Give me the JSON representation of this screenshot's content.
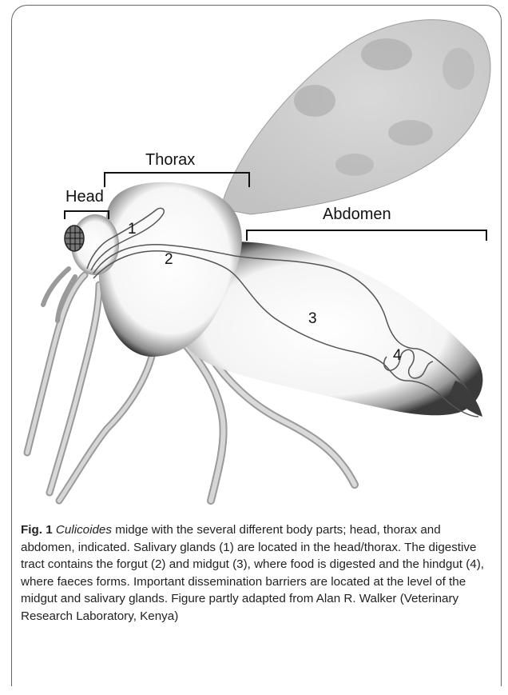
{
  "figure": {
    "labels": {
      "head": "Head",
      "thorax": "Thorax",
      "abdomen": "Abdomen"
    },
    "numbers": {
      "n1": "1",
      "n2": "2",
      "n3": "3",
      "n4": "4"
    }
  },
  "caption": {
    "fig_label": "Fig. 1",
    "species": "Culicoides",
    "text": " midge with the several different body parts; head, thorax and abdomen, indicated. Salivary glands (1) are located in the head/thorax. The digestive tract contains the forgut (2) and midgut (3), where food is digested and the hindgut (4), where faeces forms. Important dissemination barriers are located at the level of the midgut and salivary glands. Figure partly adapted from Alan R. Walker (Veterinary Research Laboratory, Kenya)"
  }
}
